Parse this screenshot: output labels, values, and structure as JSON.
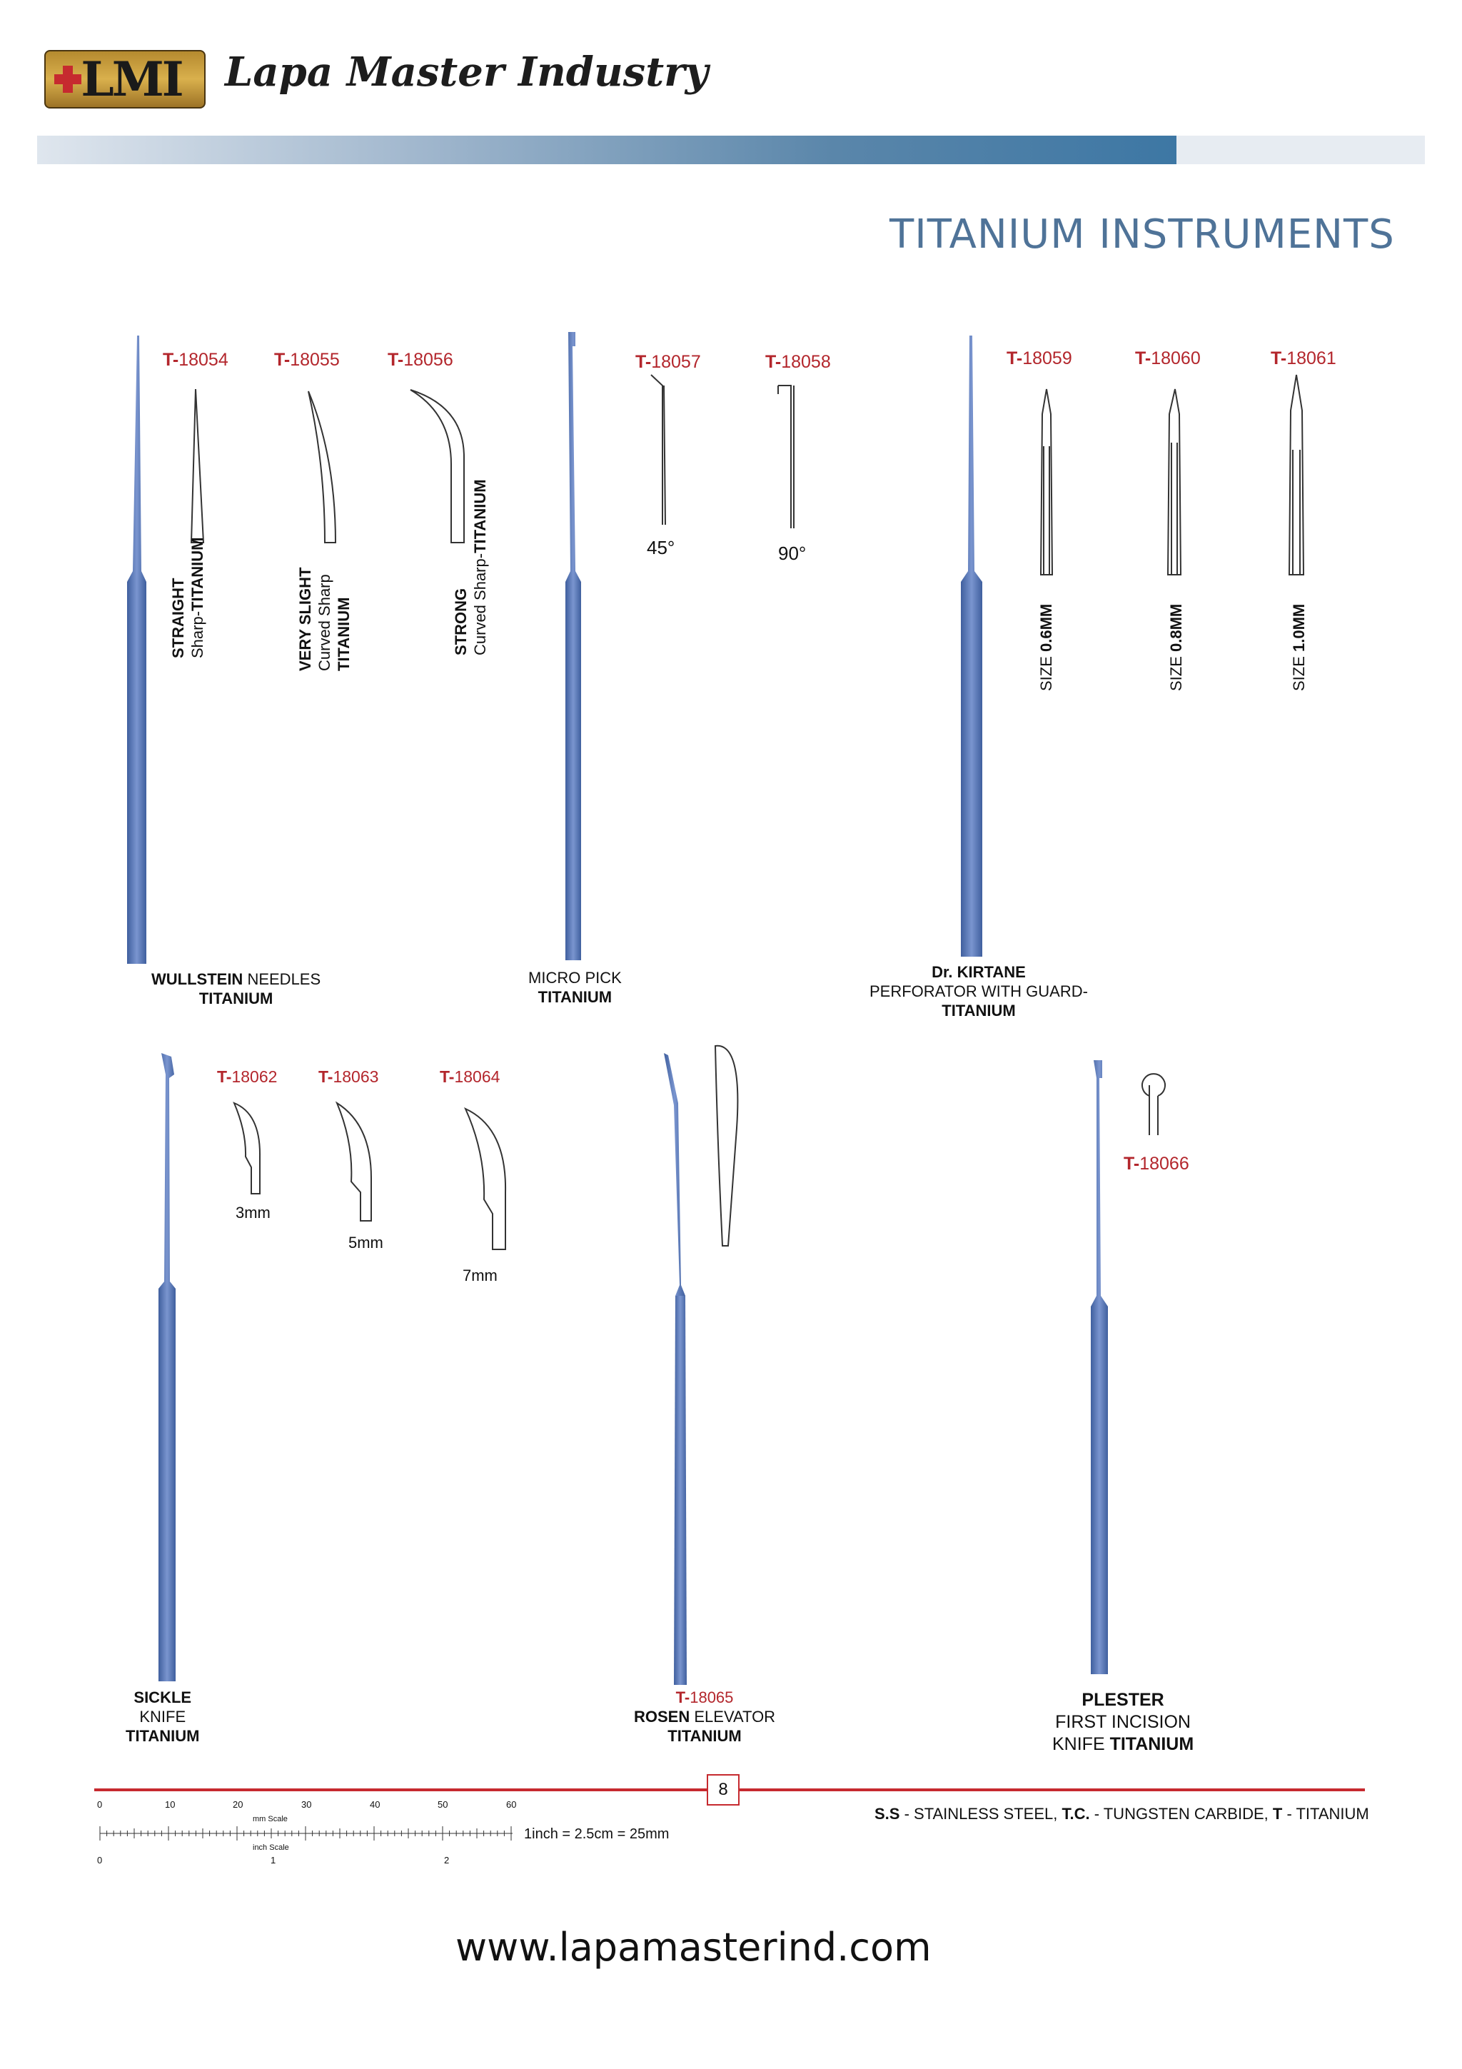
{
  "header": {
    "logo_text": "LMI",
    "company_name": "Lapa Master Industry"
  },
  "page_title": "TITANIUM INSTRUMENTS",
  "codes": {
    "t18054": "18054",
    "t18055": "18055",
    "t18056": "18056",
    "t18057": "18057",
    "t18058": "18058",
    "t18059": "18059",
    "t18060": "18060",
    "t18061": "18061",
    "t18062": "18062",
    "t18063": "18063",
    "t18064": "18064",
    "t18065": "18065",
    "t18066": "18066",
    "prefix": "T-"
  },
  "wullstein": {
    "straight_bold": "STRAIGHT",
    "straight_desc": "Sharp-",
    "straight_titanium": "TITANIUM",
    "very_slight_bold": "VERY SLIGHT",
    "very_slight_desc": "Curved Sharp",
    "very_slight_titanium": "TITANIUM",
    "strong_bold": "STRONG",
    "strong_desc": "Curved Sharp-",
    "strong_titanium": "TITANIUM",
    "caption_bold": "WULLSTEIN",
    "caption_rest": " NEEDLES",
    "caption_titanium": "TITANIUM"
  },
  "micro_pick": {
    "angle_1": "45°",
    "angle_2": "90°",
    "caption": "MICRO PICK",
    "caption_titanium": "TITANIUM"
  },
  "kirtane": {
    "size_label": "SIZE ",
    "size_1": "0.6MM",
    "size_2": "0.8MM",
    "size_3": "1.0MM",
    "caption_bold": "Dr. KIRTANE",
    "caption_line2": "PERFORATOR WITH GUARD-",
    "caption_titanium": "TITANIUM"
  },
  "sickle": {
    "size_1": "3mm",
    "size_2": "5mm",
    "size_3": "7mm",
    "caption_bold": "SICKLE",
    "caption_line2": "KNIFE",
    "caption_titanium": "TITANIUM"
  },
  "rosen": {
    "caption_bold": "ROSEN",
    "caption_rest": " ELEVATOR",
    "caption_titanium": "TITANIUM"
  },
  "plester": {
    "caption_bold": "PLESTER",
    "caption_line2": "FIRST INCISION",
    "caption_line3": "KNIFE ",
    "caption_titanium": "TITANIUM"
  },
  "footer": {
    "page_number": "8",
    "legend_ss": "S.S",
    "legend_ss_text": " - STAINLESS STEEL, ",
    "legend_tc": "T.C.",
    "legend_tc_text": " - TUNGSTEN CARBIDE, ",
    "legend_t": "T",
    "legend_t_text": " - TITANIUM",
    "scale_mm_label": "mm Scale",
    "scale_inch_label": "inch Scale",
    "scale_mm_ticks": [
      "0",
      "10",
      "20",
      "30",
      "40",
      "50",
      "60"
    ],
    "scale_inch_ticks": [
      "0",
      "1",
      "2"
    ],
    "scale_equation": "1inch = 2.5cm = 25mm",
    "website": "www.lapamasterind.com"
  },
  "colors": {
    "accent_red": "#b3262c",
    "title_blue": "#4f7398",
    "instrument_blue": "#5b78b8"
  }
}
